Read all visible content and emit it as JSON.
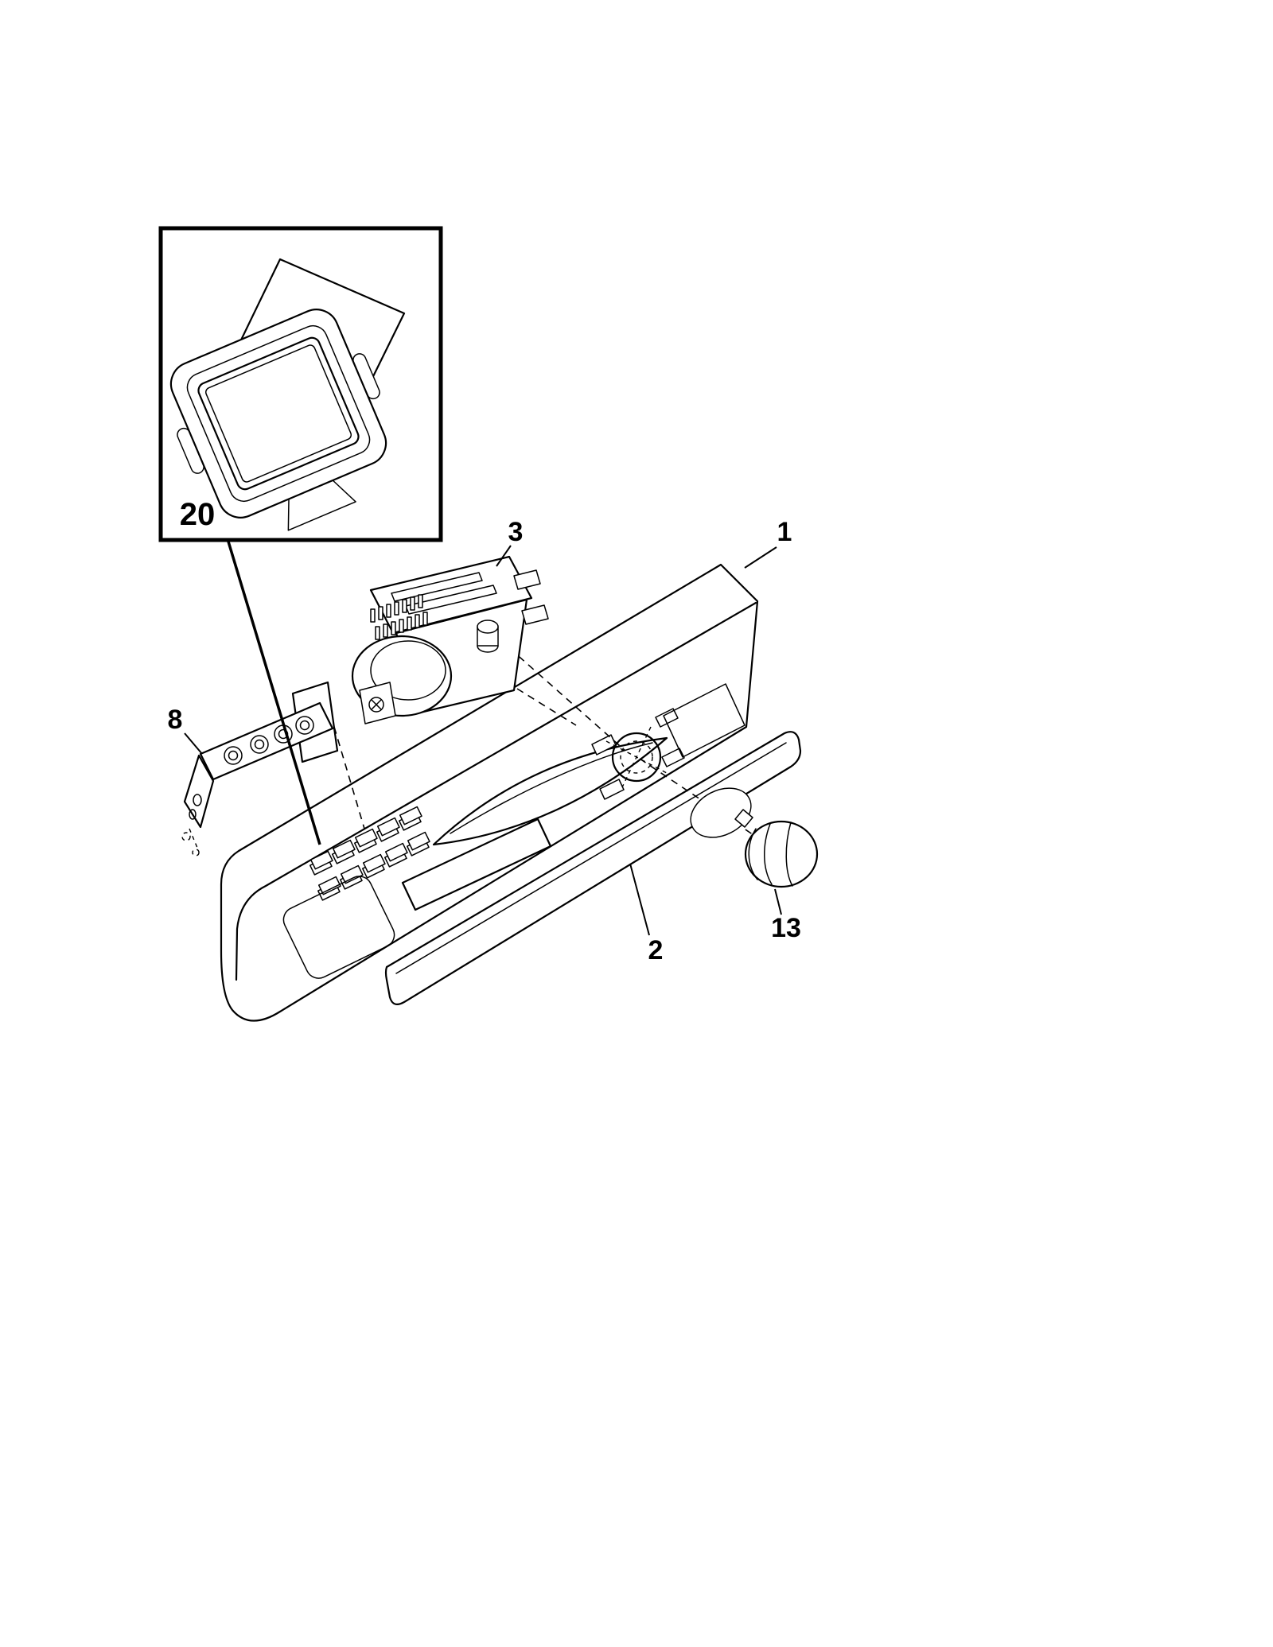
{
  "meta": {
    "background_color": "#ffffff",
    "line_color": "#000000",
    "diagram_type": "exploded-parts-diagram"
  },
  "callouts": {
    "inset_detail": {
      "label": "20"
    },
    "control_panel": {
      "label": "1"
    },
    "panel_insert": {
      "label": "2"
    },
    "timer_assembly": {
      "label": "3"
    },
    "mounting_bracket": {
      "label": "8"
    },
    "control_knob": {
      "label": "13"
    }
  }
}
